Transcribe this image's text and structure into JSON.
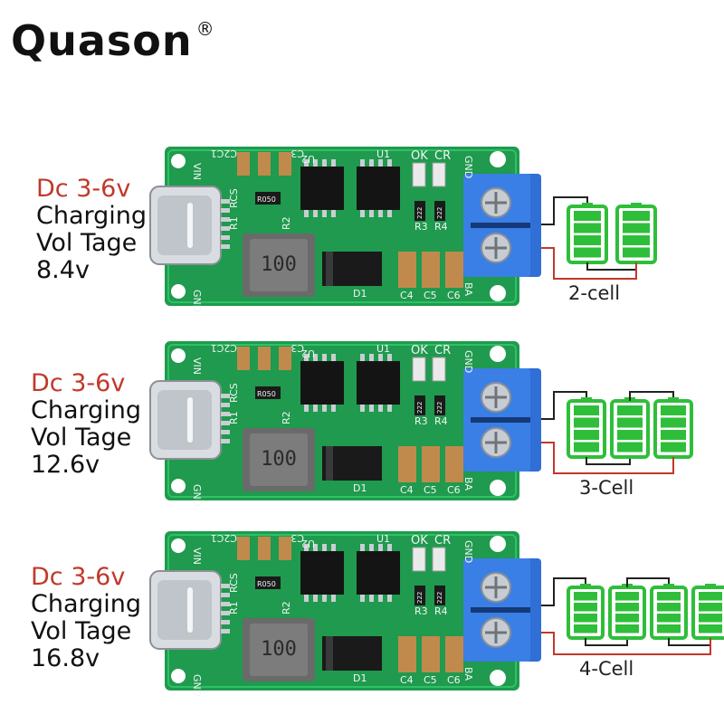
{
  "brand": {
    "name": "Quason",
    "mark": "®"
  },
  "modules": [
    {
      "dc": "Dc 3-6v",
      "line1": "Charging",
      "line2": "Vol Tage",
      "voltage": "8.4v",
      "cells": 2,
      "cell_label": "2-cell"
    },
    {
      "dc": "Dc 3-6v",
      "line1": "Charging",
      "line2": "Vol Tage",
      "voltage": "12.6v",
      "cells": 3,
      "cell_label": "3-Cell"
    },
    {
      "dc": "Dc 3-6v",
      "line1": "Charging",
      "line2": "Vol Tage",
      "voltage": "16.8v",
      "cells": 4,
      "cell_label": "4-Cell"
    }
  ],
  "board_text": {
    "vin": "VIN",
    "gnd": "GND",
    "c2c1": "C2C1",
    "c3": "C3",
    "u2": "U2",
    "u1": "U1",
    "ok": "OK",
    "cr": "CR",
    "rcs": "RCS",
    "r050": "R050",
    "r1": "R1",
    "r2": "R2",
    "r3": "R3",
    "r4": "R4",
    "inductor": "100",
    "d1": "D1",
    "c4": "C4",
    "c5": "C5",
    "c6": "C6",
    "ba": "BA",
    "res222": "222"
  },
  "colors": {
    "pcb": "#1f9a4e",
    "terminal": "#2f6fd6",
    "battery": "#2fbe3a",
    "wire_red": "#c0392b",
    "wire_black": "#222222",
    "dc_text": "#c0392b"
  }
}
